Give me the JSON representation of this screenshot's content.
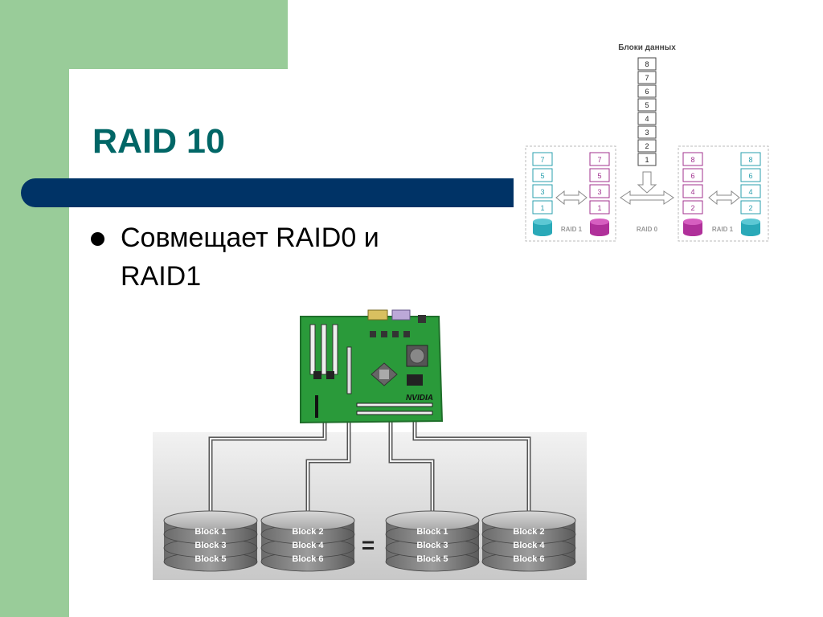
{
  "slide": {
    "title": "RAID 10",
    "bullet": "Совмещает RAID0 и RAID1"
  },
  "top_diagram": {
    "header": "Блоки данных",
    "data_blocks": [
      "8",
      "7",
      "6",
      "5",
      "4",
      "3",
      "2",
      "1"
    ],
    "left_mirror_a": [
      "7",
      "5",
      "3",
      "1"
    ],
    "left_mirror_b": [
      "7",
      "5",
      "3",
      "1"
    ],
    "right_mirror_a": [
      "8",
      "6",
      "4",
      "2"
    ],
    "right_mirror_b": [
      "8",
      "6",
      "4",
      "2"
    ],
    "label_raid1_left": "RAID 1",
    "label_raid0": "RAID 0",
    "label_raid1_right": "RAID 1"
  },
  "bottom_diagram": {
    "brand": "NVIDIA",
    "equals": "=",
    "disks": [
      [
        "Block 1",
        "Block 3",
        "Block 5"
      ],
      [
        "Block 2",
        "Block 4",
        "Block 6"
      ],
      [
        "Block 1",
        "Block 3",
        "Block 5"
      ],
      [
        "Block 2",
        "Block 4",
        "Block 6"
      ]
    ]
  },
  "colors": {
    "green": "#99cc99",
    "navy": "#003366",
    "title": "#006666",
    "teal_disk": "#2aa9b8",
    "magenta_disk": "#b0309a"
  }
}
